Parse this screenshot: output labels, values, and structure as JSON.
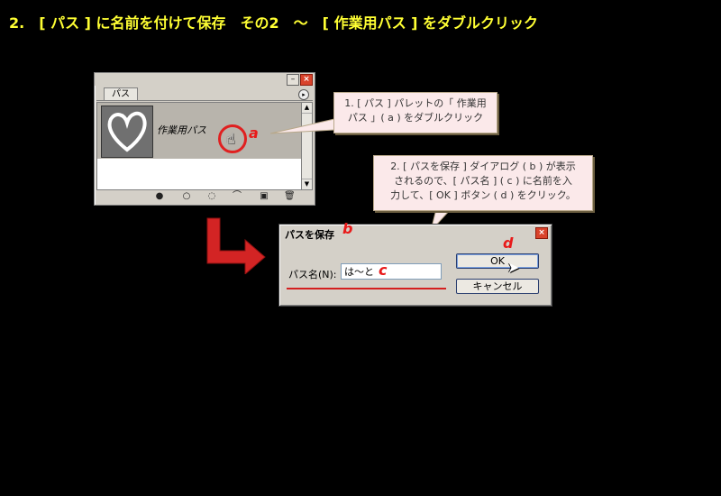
{
  "title": "2.　[ パス ] に名前を付けて保存　その2　～　[ 作業用パス ] をダブルクリック",
  "palette": {
    "tab_label": "パス",
    "menu_icon": "▸",
    "path_item_label": "作業用パス"
  },
  "labels": {
    "a": "a",
    "b": "b",
    "c": "c",
    "d": "d"
  },
  "callout1": {
    "line1": "1. [ パス ] パレットの「 作業用",
    "line2": "パス 」( a ) をダブルクリック"
  },
  "callout2": {
    "line1": "2. [ パスを保存 ] ダイアログ ( b ) が表示",
    "line2": "されるので、[ パス名 ] ( c ) に名前を入",
    "line3": "力して、[ OK ] ボタン ( d ) をクリック。"
  },
  "dialog": {
    "title": "パスを保存",
    "field_label": "パス名(N):",
    "field_value": "は～と",
    "ok_label": "OK",
    "cancel_label": "キャンセル"
  },
  "colors": {
    "title": "#ffff33",
    "label_red": "#e81a1a",
    "callout_bg": "#fbe9ea",
    "arrow_red": "#d32424"
  }
}
